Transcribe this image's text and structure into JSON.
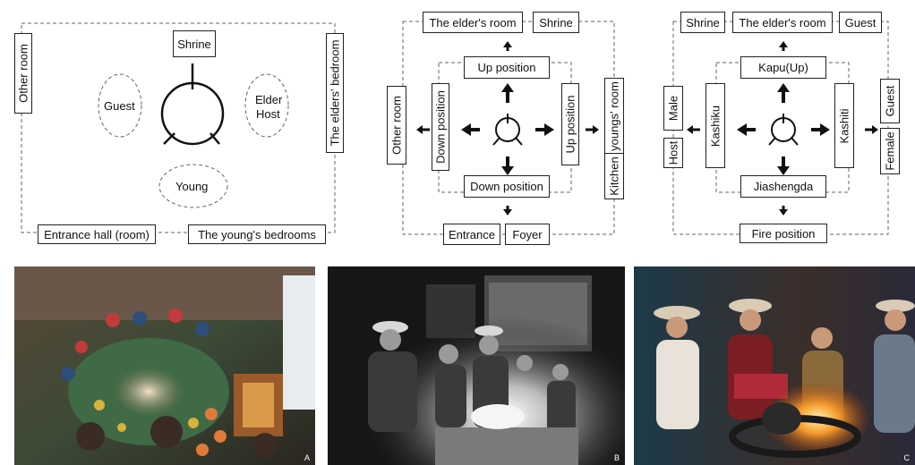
{
  "diagram_a": {
    "top": "Shrine",
    "left_side": "Other room",
    "right_side": "The elders' bedroom",
    "guest": "Guest",
    "elder_line1": "Elder",
    "elder_line2": "Host",
    "young": "Young",
    "bottom_left": "Entrance hall (room)",
    "bottom_right": "The young's bedrooms"
  },
  "diagram_b": {
    "elders_room": "The elder's room",
    "shrine": "Shrine",
    "up_position": "Up position",
    "down_position_left": "Down position",
    "up_position_right": "Up position",
    "down_position_bottom": "Down position",
    "other_room": "Other room",
    "youngs_room": "The youngs' room",
    "kitchen": "Kitchen",
    "entrance": "Entrance",
    "foyer": "Foyer"
  },
  "diagram_c": {
    "shrine": "Shrine",
    "elders_room": "The elder's room",
    "guest_top": "Guest",
    "kapu": "Kapu(Up)",
    "male": "Male",
    "host": "Host",
    "kashiku": "Kashiku",
    "kashiti": "Kashiti",
    "guest_right": "Guest",
    "female": "Female",
    "jiashengda": "Jiashengda",
    "fire_position": "Fire position"
  },
  "photos": {
    "a_label": "A",
    "b_label": "B",
    "c_label": "C"
  }
}
